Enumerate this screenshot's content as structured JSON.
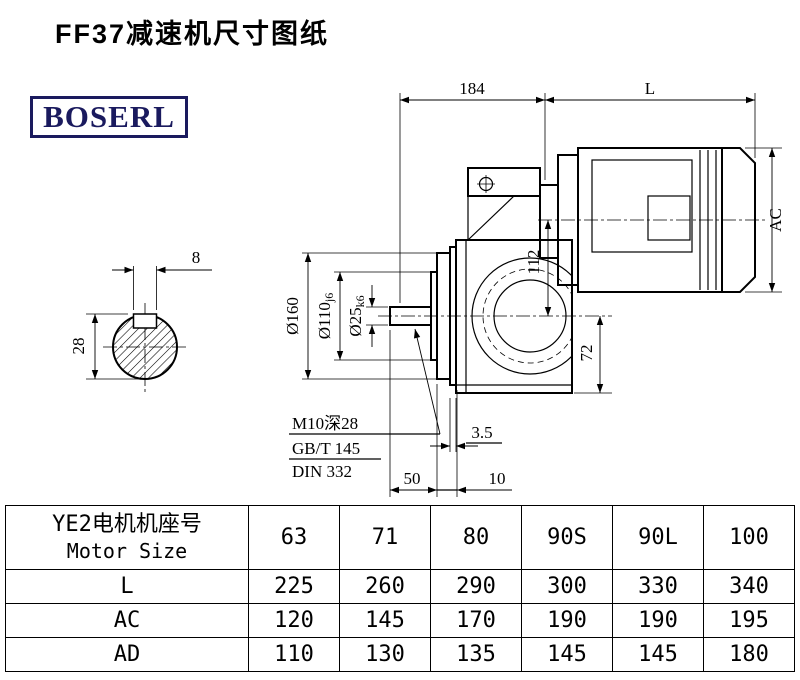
{
  "page": {
    "title": "FF37减速机尺寸图纸",
    "logo": "BOSERL"
  },
  "theme": {
    "ink": "#000000",
    "logo_color": "#1a1a5e"
  },
  "drawing": {
    "dims": {
      "d184": "184",
      "dL": "L",
      "ac": "AC",
      "d112": "112",
      "d72": "72",
      "dia160": "Ø160",
      "dia110": "Ø110",
      "dia110_sub": "j6",
      "dia25": "Ø25",
      "dia25_sub": "k6",
      "key_w": "8",
      "key_h": "28",
      "tap": "M10深28",
      "std_gb": "GB/T 145",
      "std_din": "DIN 332",
      "d35": "3.5",
      "d50": "50",
      "d10": "10"
    }
  },
  "table": {
    "header": {
      "cn": "YE2电机机座号",
      "en": "Motor Size"
    },
    "columns": [
      "63",
      "71",
      "80",
      "90S",
      "90L",
      "100"
    ],
    "rows": [
      {
        "label": "L",
        "values": [
          "225",
          "260",
          "290",
          "300",
          "330",
          "340"
        ]
      },
      {
        "label": "AC",
        "values": [
          "120",
          "145",
          "170",
          "190",
          "190",
          "195"
        ]
      },
      {
        "label": "AD",
        "values": [
          "110",
          "130",
          "135",
          "145",
          "145",
          "180"
        ]
      }
    ]
  }
}
